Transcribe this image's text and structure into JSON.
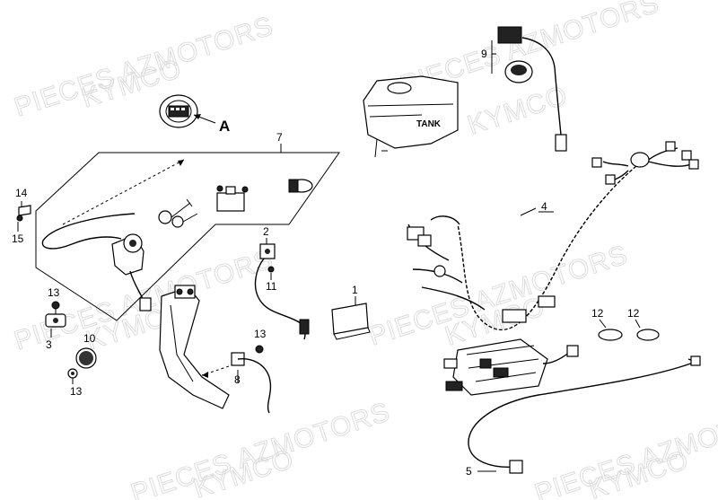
{
  "watermarks": [
    "PIECES AZMOTORS",
    "KYMCO",
    "PIECES AZMOTORS",
    "KYMCO",
    "PIECES AZMOTORS",
    "KYMCO",
    "PIECES AZMOTORS",
    "KYMCO",
    "PIECES AZMOTORS",
    "KYMCO",
    "PIECES AZMOTORS",
    "KYMCO"
  ],
  "callouts": {
    "c1": "1",
    "c2": "2",
    "c3": "3",
    "c4": "4",
    "c5": "5",
    "c7": "7",
    "c8": "8",
    "c9": "9",
    "c10": "10",
    "c11": "11",
    "c12a": "12",
    "c12b": "12",
    "c13a": "13",
    "c13b": "13",
    "c13c": "13",
    "c14": "14",
    "c15": "15",
    "cA": "A"
  },
  "tank_label": "TANK"
}
